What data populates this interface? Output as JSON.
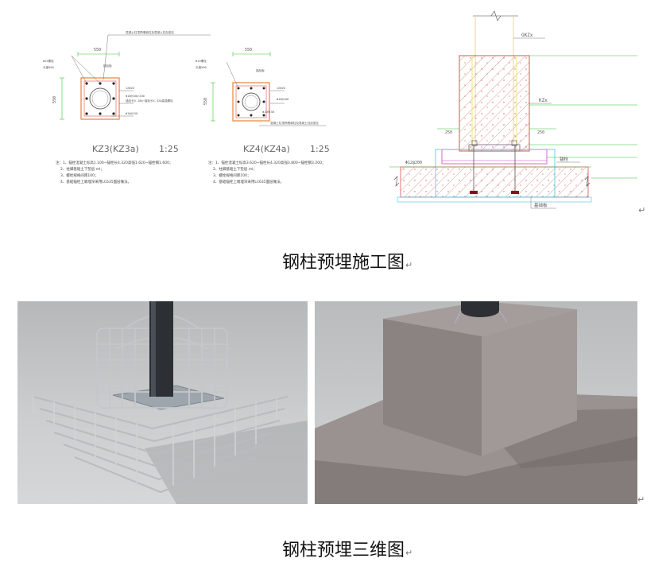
{
  "drawing_left": {
    "kz3": {
      "title": "KZ3(KZ3a)",
      "scale": "1:25",
      "dim_top": "550",
      "dim_left": "550",
      "labels": [
        "Φ15螺栓",
        "长度500",
        "锚栓板",
        "12Φ20",
        "Φ10@100/200",
        "锚栓长5.100~锚栓长4.320高强螺栓",
        "Φ10@150",
        "混凝土柱顶预埋钢柱及混凝土柱加密区"
      ],
      "notes": [
        "注：1、锚栓混凝土标高1.100~锚栓长4.320高强1.620~锚栓钢1.600；",
        "2、柱脚基础土下垫层 ml；",
        "3、螺栓规格间距100；",
        "4、基础锚栓上端埋深采用LC635面层做法。"
      ]
    },
    "kz4": {
      "title": "KZ4(KZ4a)",
      "scale": "1:25",
      "dim_top": "550",
      "dim_left": "550",
      "labels": [
        "Φ15螺栓",
        "长度500",
        "锚栓板",
        "12Φ20",
        "Φ10@100",
        "Φ10@150",
        "混凝土柱顶预埋钢柱及混凝土柱加密区"
      ],
      "notes": [
        "注：1、锚栓混凝土标高3.620~锚栓长4.320高强3.800~锚栓钢3.200；",
        "2、柱脚基础土下垫层 ml；",
        "3、螺栓规格间距100；",
        "4、基础锚栓上端埋深采用LC635面层做法。"
      ]
    }
  },
  "drawing_right": {
    "labels": {
      "gkz": "GKZx",
      "kz": "KZx",
      "dim_left": "250",
      "dim_right": "250",
      "rebar": "Φ12@200",
      "anchor": "锚栓",
      "base": "基础板"
    }
  },
  "captions": {
    "top": "钢柱预埋施工图",
    "bottom": "钢柱预埋三维图"
  },
  "return_mark": "↵",
  "colors": {
    "cad_green": "#3cc43c",
    "cad_orange": "#e8833a",
    "cad_magenta": "#d040d0",
    "cad_cyan": "#44c8e0",
    "cad_yellow": "#e8e060",
    "hatch_red": "#e05050",
    "render_bg": "#c8cacb",
    "concrete": "#8f8785"
  }
}
